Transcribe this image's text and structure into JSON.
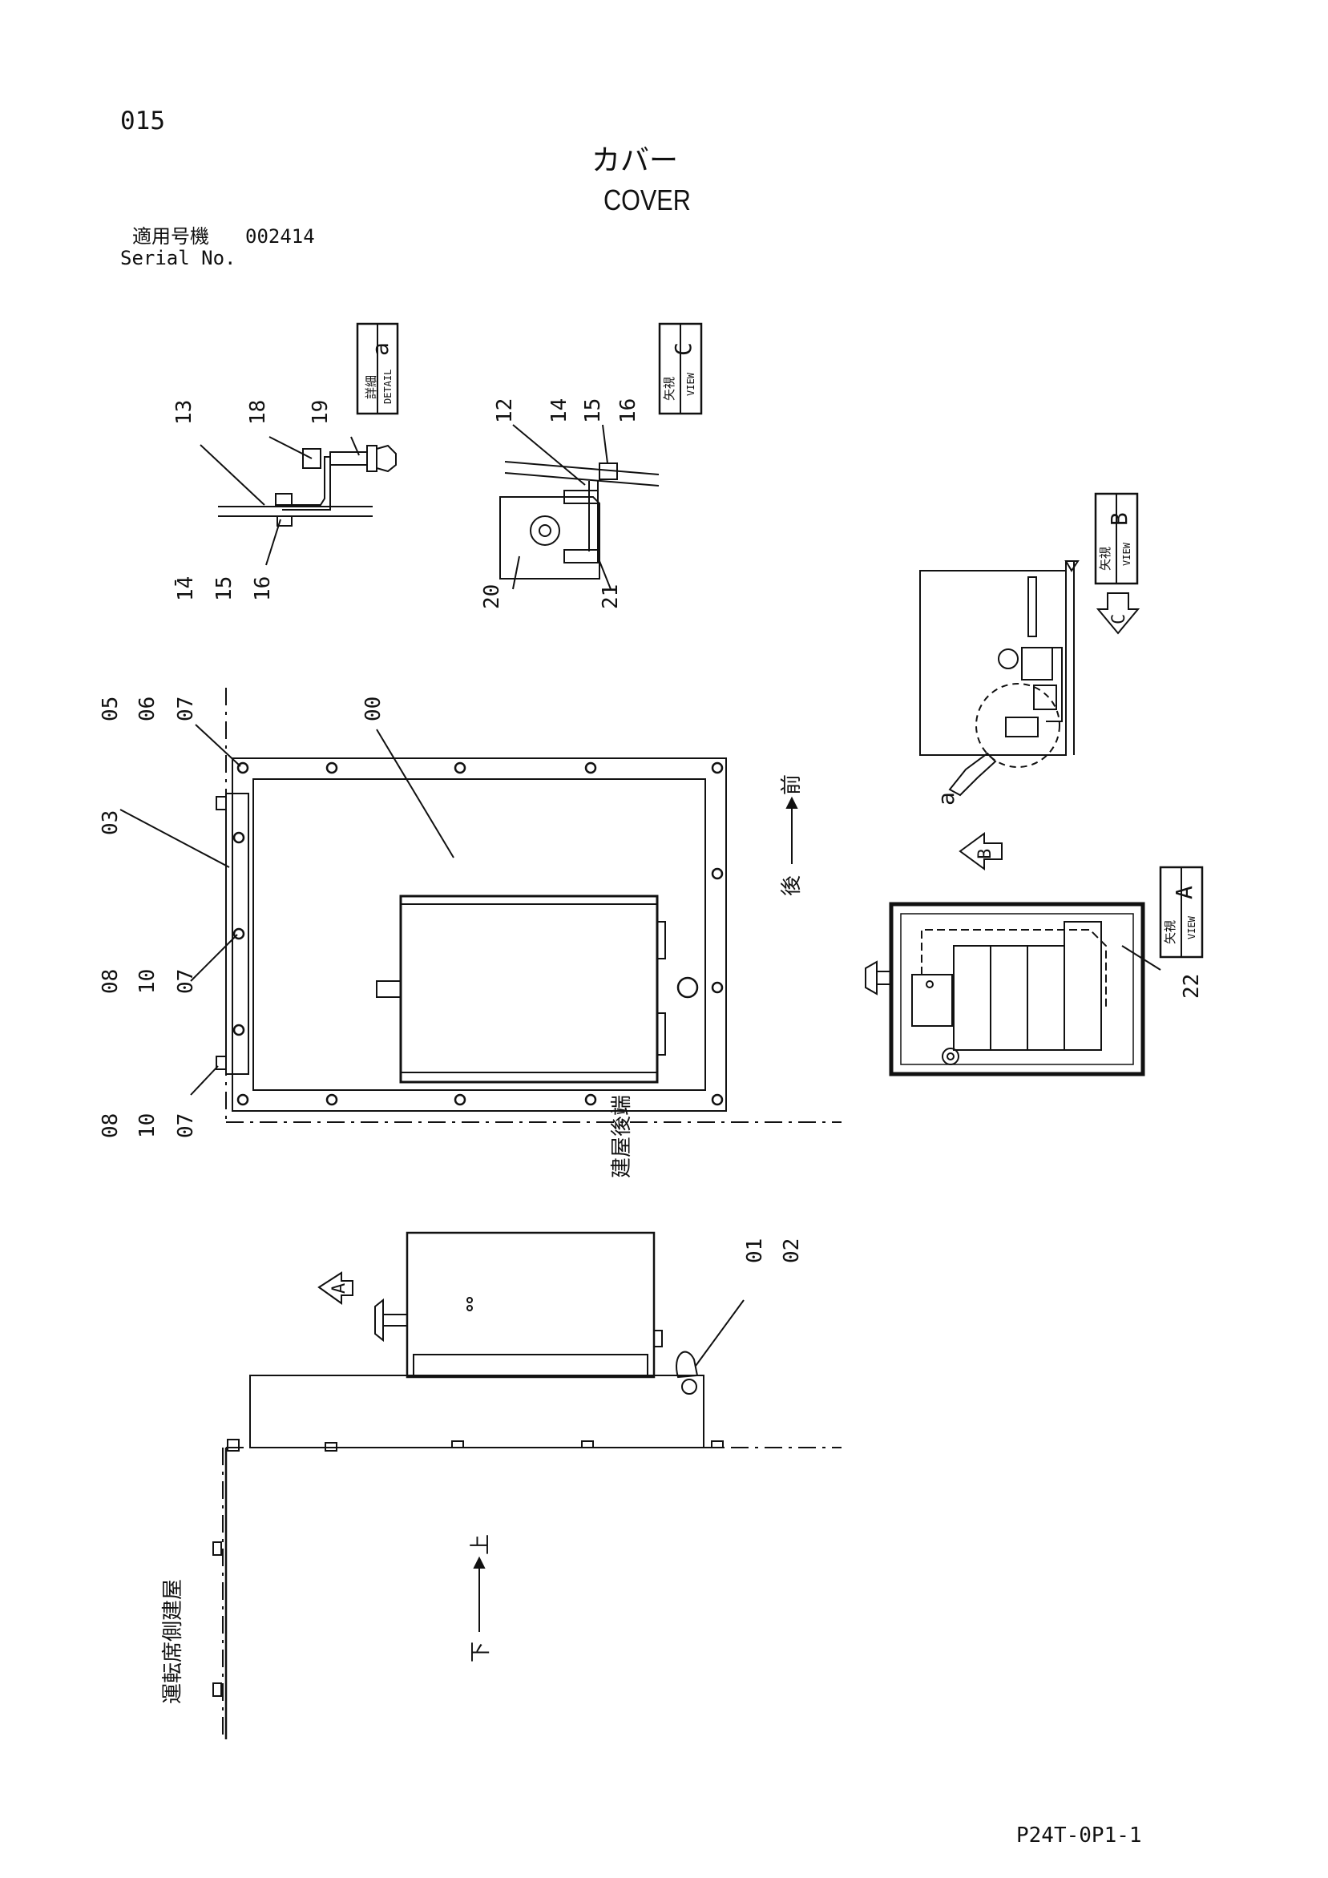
{
  "header": {
    "page_number": "015",
    "title_jp": "カバー",
    "title_en": "COVER",
    "serial_label_jp": "適用号機",
    "serial_value": "002414",
    "serial_label_en": "Serial No."
  },
  "view_labels": {
    "detail_a": {
      "jp": "詳細",
      "en": "DETAIL",
      "letter": "a"
    },
    "view_c": {
      "jp": "矢視",
      "en": "VIEW",
      "letter": "C"
    },
    "view_b": {
      "jp": "矢視",
      "en": "VIEW",
      "letter": "B"
    },
    "view_a": {
      "jp": "矢視",
      "en": "VIEW",
      "letter": "A"
    }
  },
  "arrows": {
    "a": "A",
    "b": "B",
    "c": "C",
    "detail": "a"
  },
  "part_numbers": {
    "p13": "13",
    "p18": "18",
    "p19": "19",
    "p14a": "14",
    "p15a": "15",
    "p16a": "16",
    "p12": "12",
    "p14b": "14",
    "p15b": "15",
    "p16b": "16",
    "p20": "20",
    "p21": "21",
    "p05": "05",
    "p06": "06",
    "p07a": "07",
    "p00": "00",
    "p03": "03",
    "p08a": "08",
    "p10a": "10",
    "p07b": "07",
    "p08b": "08",
    "p10b": "10",
    "p07c": "07",
    "p22": "22",
    "p01": "01",
    "p02": "02"
  },
  "annotations": {
    "front": "前",
    "rear": "後",
    "building_rear_end": "建屋後端",
    "up": "上",
    "down": "下",
    "operator_side_building": "運転席側建屋"
  },
  "footer": {
    "drawing_code": "P24T-0P1-1"
  }
}
